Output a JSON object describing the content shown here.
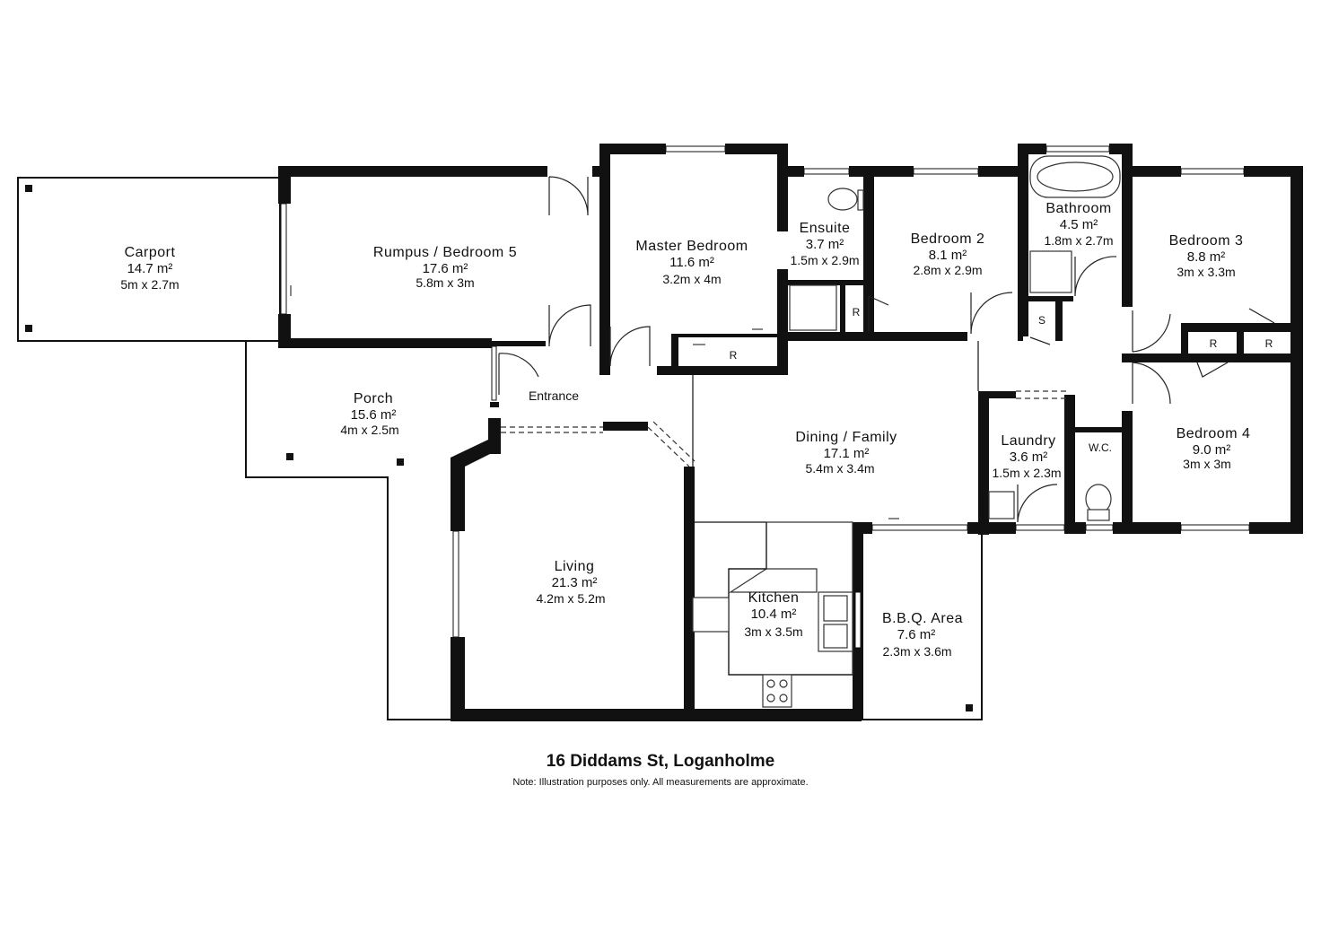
{
  "rooms": {
    "carport": {
      "name": "Carport",
      "area": "14.7 m²",
      "dims": "5m x 2.7m"
    },
    "rumpus": {
      "name": "Rumpus / Bedroom 5",
      "area": "17.6 m²",
      "dims": "5.8m x 3m"
    },
    "master": {
      "name": "Master Bedroom",
      "area": "11.6 m²",
      "dims": "3.2m x 4m"
    },
    "ensuite": {
      "name": "Ensuite",
      "area": "3.7 m²",
      "dims": "1.5m x 2.9m"
    },
    "bedroom2": {
      "name": "Bedroom 2",
      "area": "8.1 m²",
      "dims": "2.8m x 2.9m"
    },
    "bathroom": {
      "name": "Bathroom",
      "area": "4.5 m²",
      "dims": "1.8m x 2.7m"
    },
    "bedroom3": {
      "name": "Bedroom 3",
      "area": "8.8 m²",
      "dims": "3m x 3.3m"
    },
    "porch": {
      "name": "Porch",
      "area": "15.6 m²",
      "dims": "4m x 2.5m"
    },
    "entrance": {
      "name": "Entrance"
    },
    "dining": {
      "name": "Dining / Family",
      "area": "17.1 m²",
      "dims": "5.4m x 3.4m"
    },
    "laundry": {
      "name": "Laundry",
      "area": "3.6 m²",
      "dims": "1.5m x 2.3m"
    },
    "bedroom4": {
      "name": "Bedroom 4",
      "area": "9.0 m²",
      "dims": "3m x 3m"
    },
    "living": {
      "name": "Living",
      "area": "21.3 m²",
      "dims": "4.2m x 5.2m"
    },
    "kitchen": {
      "name": "Kitchen",
      "area": "10.4 m²",
      "dims": "3m x 3.5m"
    },
    "bbq": {
      "name": "B.B.Q. Area",
      "area": "7.6 m²",
      "dims": "2.3m x 3.6m"
    }
  },
  "fixture_labels": {
    "robe": "R",
    "store": "S",
    "wc": "W.C."
  },
  "footer": {
    "address": "16 Diddams St, Loganholme",
    "note": "Note: Illustration purposes only.  All measurements are approximate."
  }
}
